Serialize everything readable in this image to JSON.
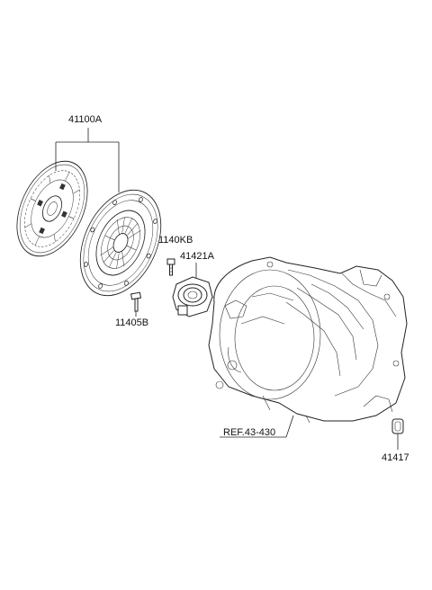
{
  "parts": [
    {
      "id": "clutch-assembly",
      "number": "41100A"
    },
    {
      "id": "bolt-upper",
      "number": "1140KB"
    },
    {
      "id": "release-cylinder",
      "number": "41421A"
    },
    {
      "id": "bolt-lower",
      "number": "11405B"
    },
    {
      "id": "transaxle-reference",
      "number": "REF.43-430"
    },
    {
      "id": "plug",
      "number": "41417"
    }
  ],
  "labels": {
    "clutch_assembly": "41100A",
    "bolt_upper": "1140KB",
    "release_cylinder": "41421A",
    "bolt_lower": "11405B",
    "transaxle_ref": "REF.43-430",
    "plug": "41417"
  }
}
